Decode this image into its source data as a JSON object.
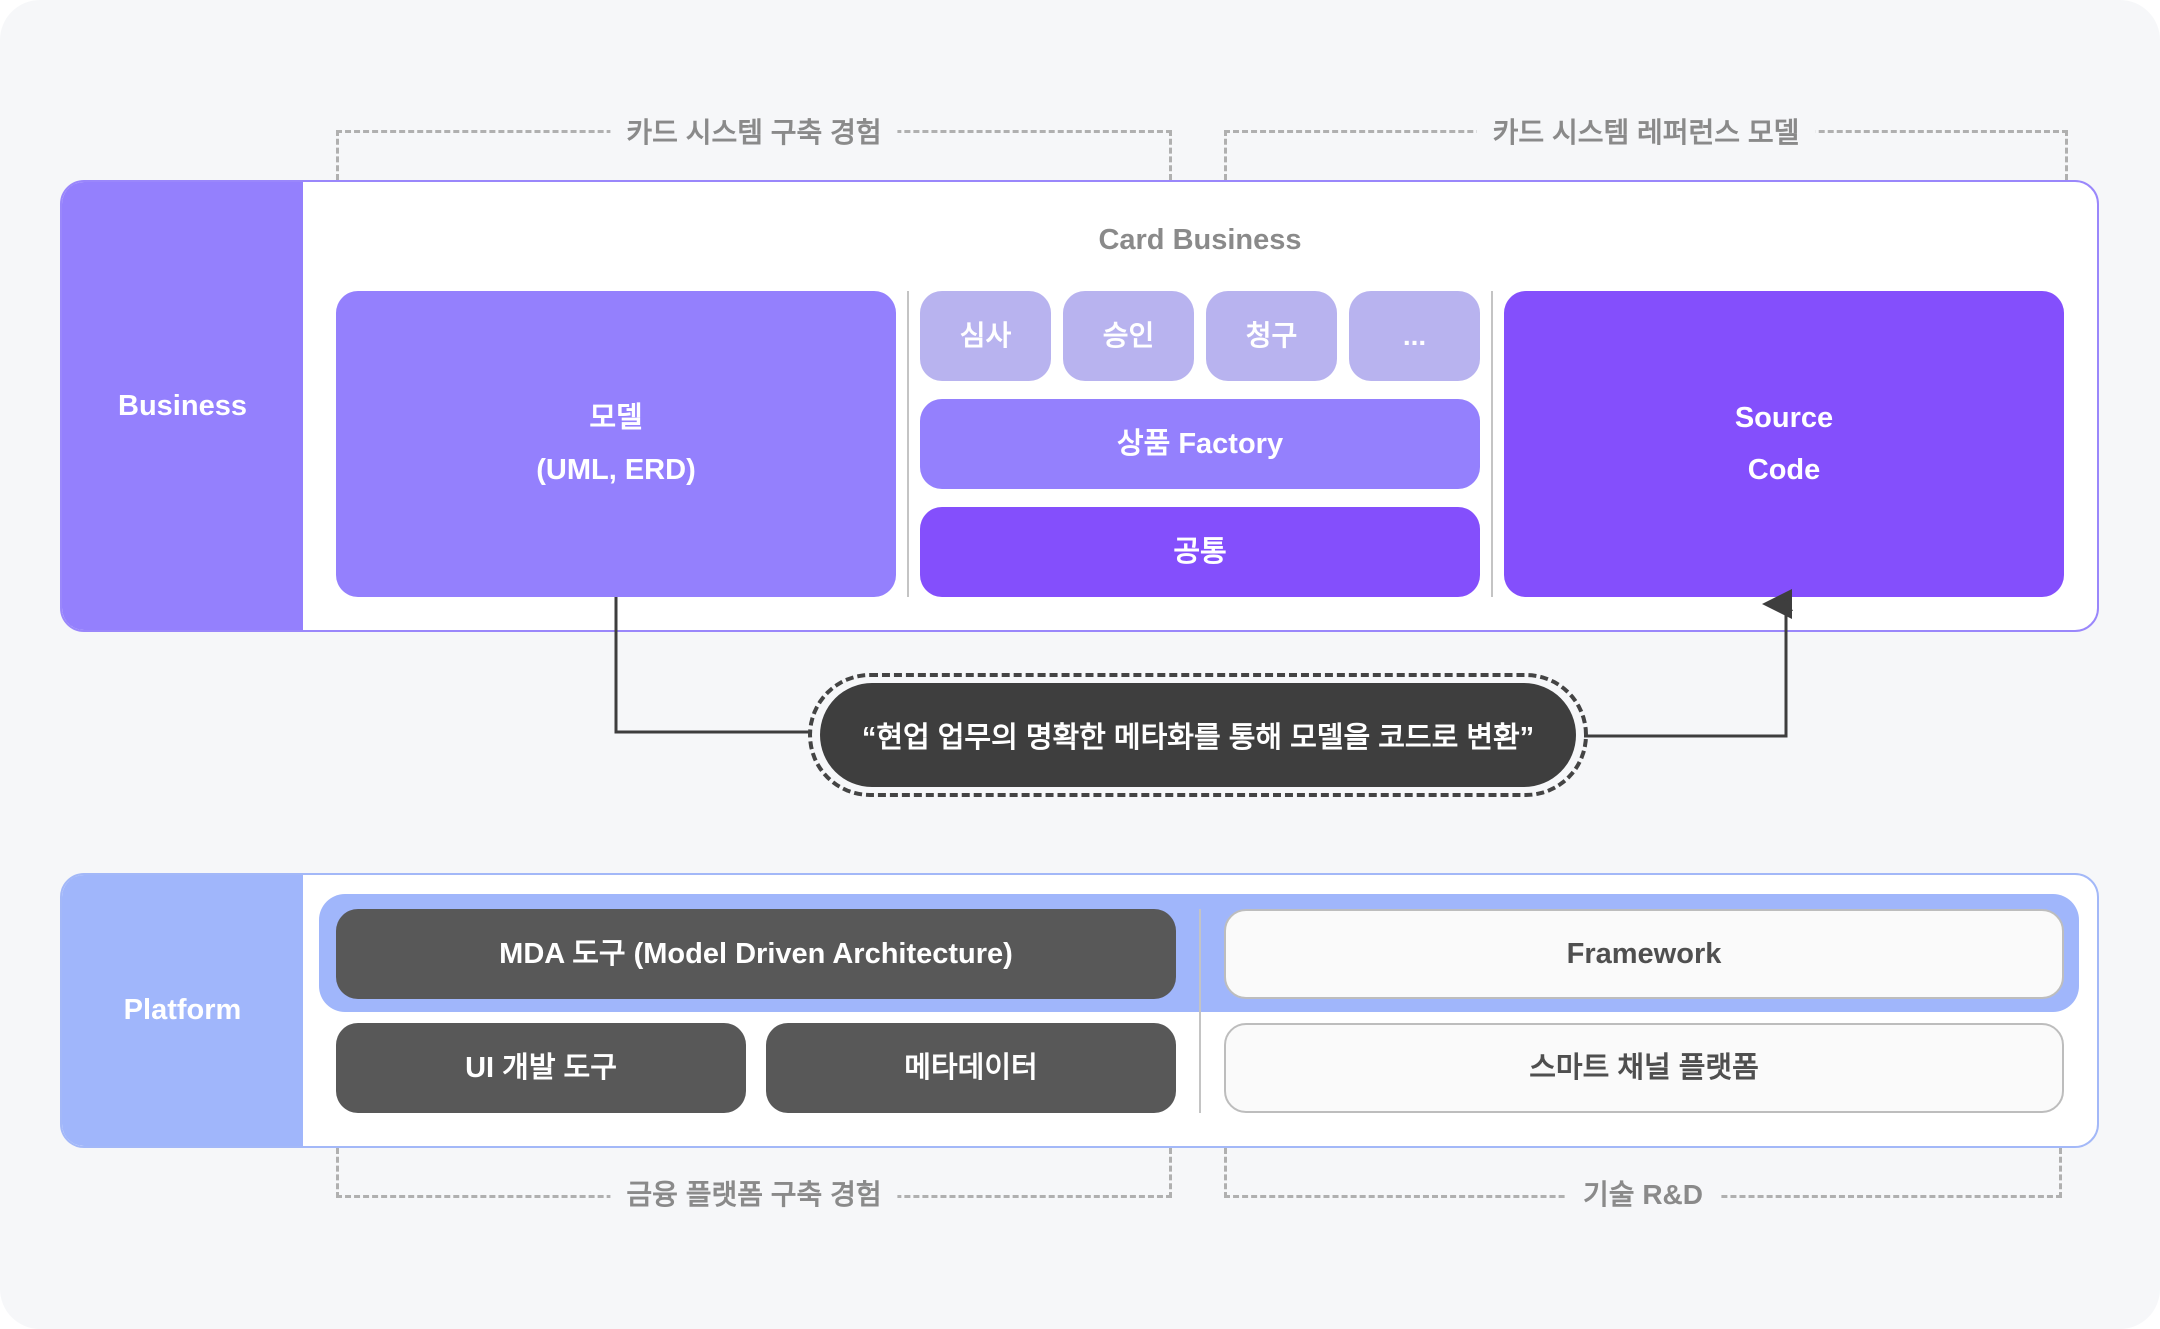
{
  "brackets": {
    "top_left": "카드 시스템 구축 경험",
    "top_right": "카드 시스템 레퍼런스 모델",
    "bottom_left": "금융 플랫폼 구축 경험",
    "bottom_right": "기술 R&D"
  },
  "business": {
    "label": "Business",
    "title": "Card Business",
    "model": {
      "line1": "모델",
      "line2": "(UML, ERD)"
    },
    "chips": [
      "심사",
      "승인",
      "청구",
      "..."
    ],
    "factory": "상품 Factory",
    "common": "공통",
    "source": {
      "line1": "Source",
      "line2": "Code"
    }
  },
  "transform": {
    "text": "“현업 업무의 명확한 메타화를 통해 모델을 코드로 변환”"
  },
  "platform": {
    "label": "Platform",
    "mda": "MDA 도구 (Model Driven Architecture)",
    "ui_tool": "UI 개발 도구",
    "metadata": "메타데이터",
    "framework": "Framework",
    "smart_channel": "스마트 채널 플랫폼"
  },
  "colors": {
    "business_accent": "#9480fd",
    "violet": "#844ffc",
    "chip": "#b8b3ef",
    "platform_accent": "#a0b6fb",
    "dark_box": "#585858"
  }
}
